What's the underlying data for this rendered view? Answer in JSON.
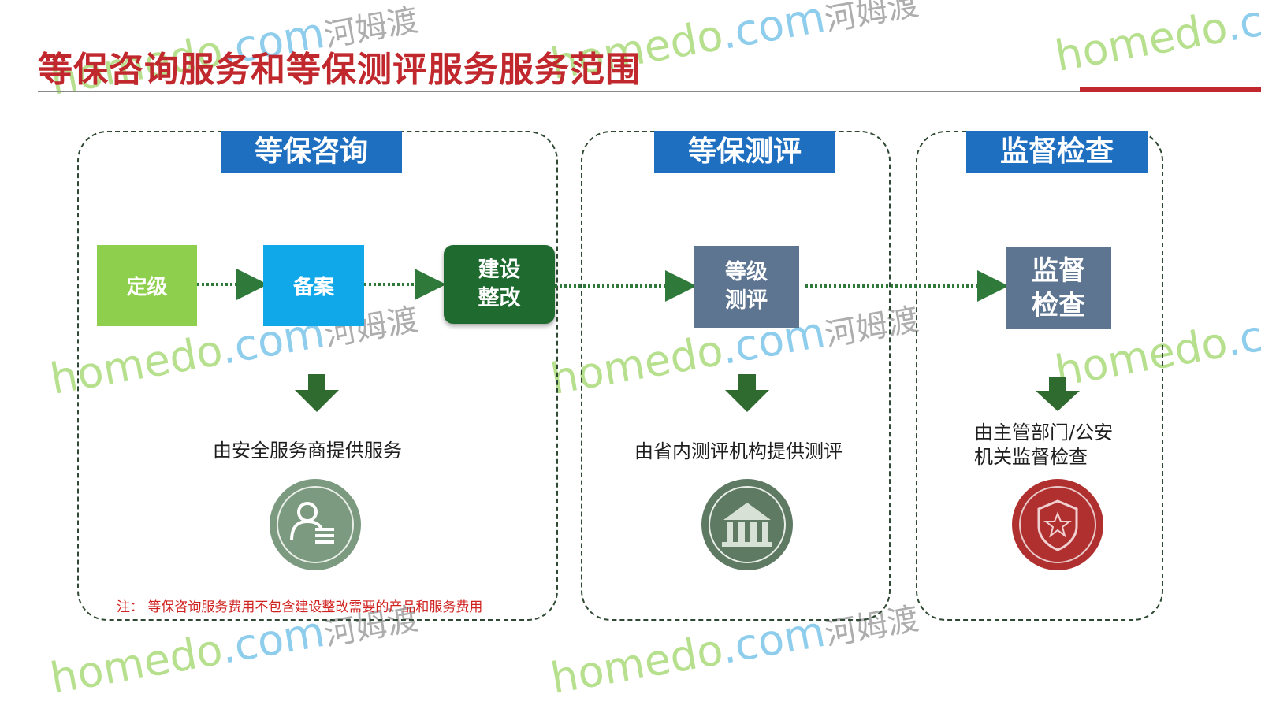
{
  "title": "等保咨询服务和等保测评服务服务范围",
  "panels": [
    {
      "tab": "等保咨询",
      "desc": "由安全服务商提供服务"
    },
    {
      "tab": "等保测评",
      "desc": "由省内测评机构提供测评"
    },
    {
      "tab": "监督检查",
      "desc_line1": "由主管部门/公安",
      "desc_line2": "机关监督检查"
    }
  ],
  "steps": {
    "dingji": "定级",
    "beian": "备案",
    "jianshe_line1": "建设",
    "jianshe_line2": "整改",
    "cepin_line1": "等级",
    "cepin_line2": "测评",
    "jiandu_line1": "监督",
    "jiandu_line2": "检查"
  },
  "note": "注： 等保咨询服务费用不包含建设整改需要的产品和服务费用",
  "watermark": {
    "text1": "homedo",
    "text2": ".com",
    "text3": "河姆渡"
  },
  "colors": {
    "title": "#c0282e",
    "tab": "#1f6fc1",
    "dingji": "#8fcf4e",
    "beian": "#10a8e8",
    "jianshe": "#1f6a2e",
    "cepin": "#5e7592",
    "arrow": "#2f7a3a",
    "consult_icon": "#7c9a7f",
    "eval_icon": "#5f7a63",
    "supervise_icon": "#b03030"
  },
  "icons": [
    "person-list-icon",
    "bank-building-icon",
    "shield-star-icon",
    "down-arrow-icon"
  ]
}
